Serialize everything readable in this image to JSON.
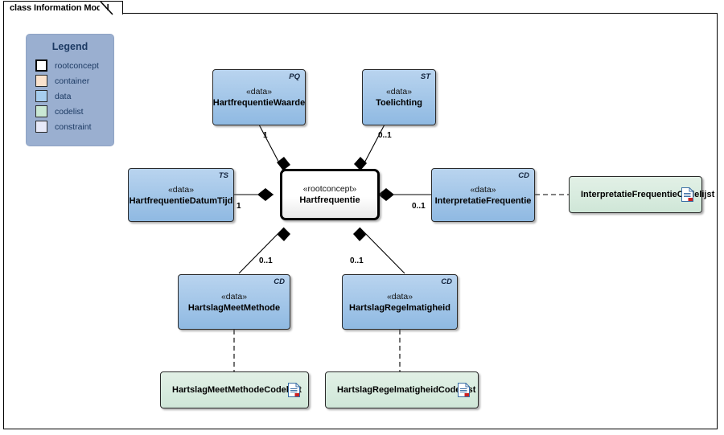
{
  "diagram": {
    "tab_label": "class Information Model",
    "kind": "uml-class-diagram"
  },
  "legend": {
    "title": "Legend",
    "items": [
      {
        "label": "rootconcept",
        "color": "#ffffff"
      },
      {
        "label": "container",
        "color": "#fae2cd"
      },
      {
        "label": "data",
        "color": "#a6cdee"
      },
      {
        "label": "codelist",
        "color": "#c9e8d4"
      },
      {
        "label": "constraint",
        "color": "#e7e9f8"
      }
    ],
    "background": "#9aafd0"
  },
  "nodes": {
    "hartfrequentie": {
      "stereotype": "«rootconcept»",
      "name": "Hartfrequentie",
      "tag": "",
      "kind": "rootconcept"
    },
    "hartfrequentie_waarde": {
      "stereotype": "«data»",
      "name": "HartfrequentieWaarde",
      "tag": "PQ",
      "kind": "data"
    },
    "toelichting": {
      "stereotype": "«data»",
      "name": "Toelichting",
      "tag": "ST",
      "kind": "data"
    },
    "hartfrequentie_datumtijd": {
      "stereotype": "«data»",
      "name": "HartfrequentieDatumTijd",
      "tag": "TS",
      "kind": "data"
    },
    "interpretatie_frequentie": {
      "stereotype": "«data»",
      "name": "InterpretatieFrequentie",
      "tag": "CD",
      "kind": "data"
    },
    "hartslag_meetmethode": {
      "stereotype": "«data»",
      "name": "HartslagMeetMethode",
      "tag": "CD",
      "kind": "data"
    },
    "hartslag_regelmatigheid": {
      "stereotype": "«data»",
      "name": "HartslagRegelmatigheid",
      "tag": "CD",
      "kind": "data"
    },
    "interpretatie_frequentie_codelijst": {
      "name": "InterpretatieFrequentieCodelijst",
      "kind": "codelist"
    },
    "hartslag_meetmethode_codelijst": {
      "name": "HartslagMeetMethodeCodelijst",
      "kind": "codelist"
    },
    "hartslag_regelmatigheid_codelijst": {
      "name": "HartslagRegelmatigheidCodelijst",
      "kind": "codelist"
    }
  },
  "multiplicities": {
    "waarde": "1",
    "toelichting": "0..1",
    "datumtijd": "1",
    "interpretatie": "0..1",
    "meetmethode": "0..1",
    "regelmatigheid": "0..1"
  }
}
